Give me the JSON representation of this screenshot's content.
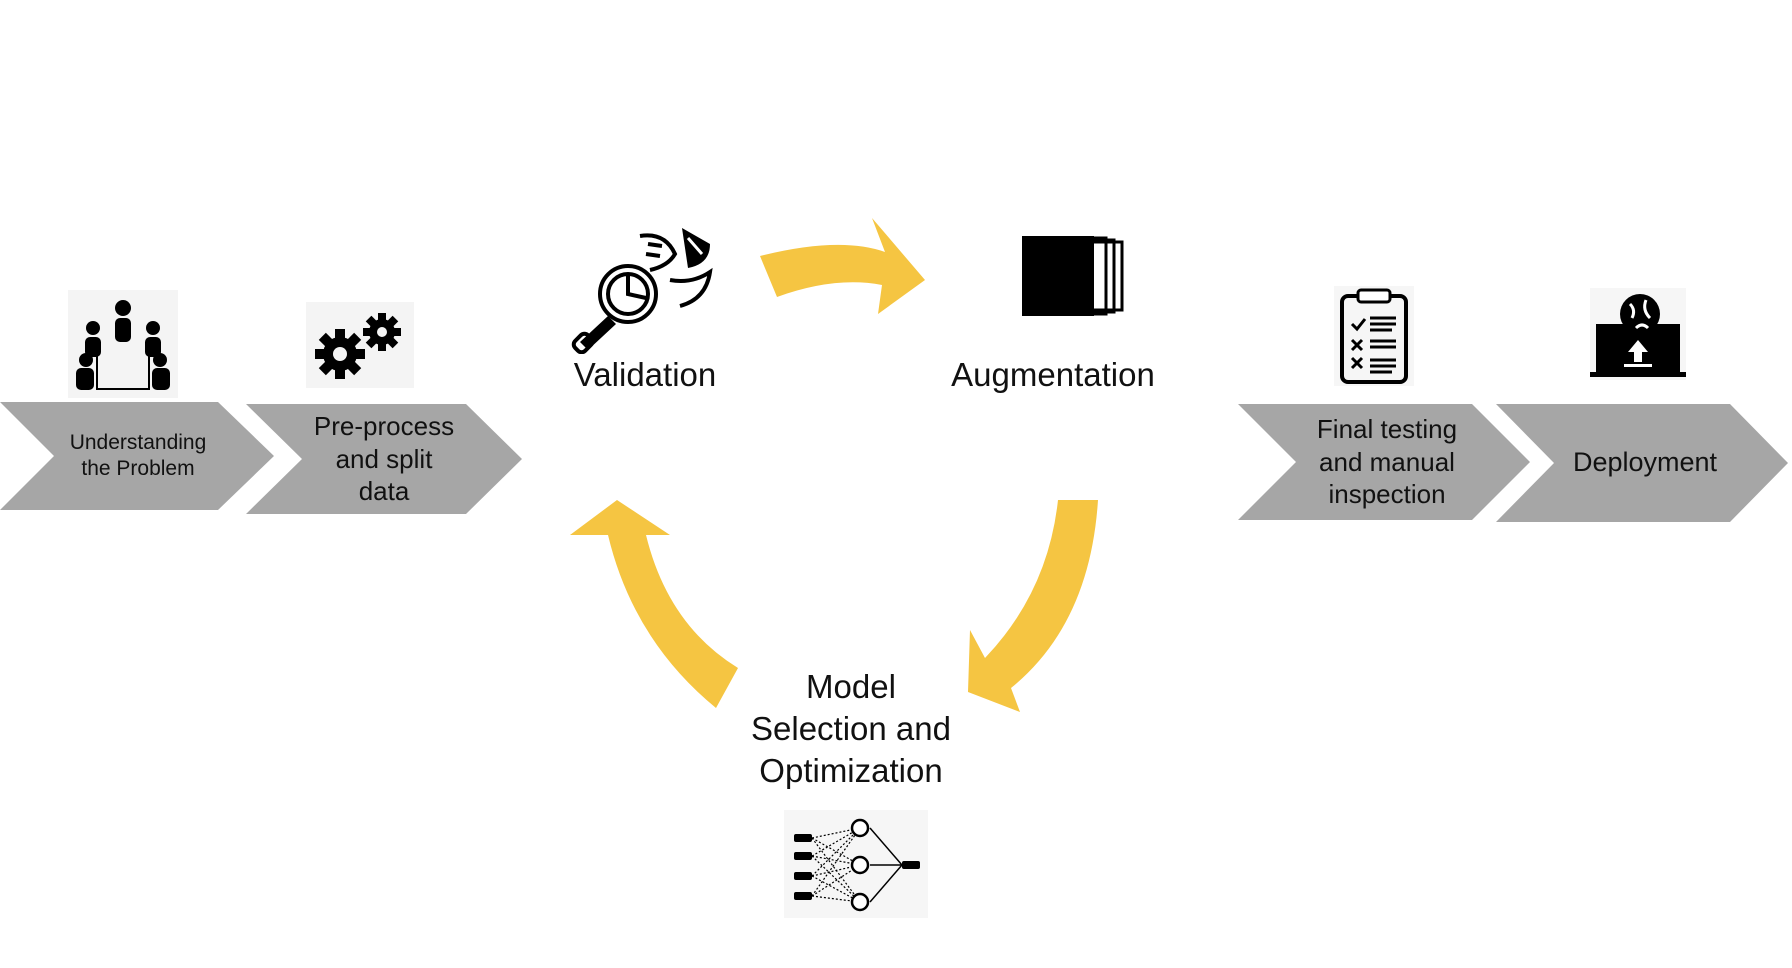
{
  "colors": {
    "chevron": "#a6a6a6",
    "arrow": "#f5c542",
    "text": "#111111",
    "icon": "#000000"
  },
  "pipeline": {
    "steps": [
      {
        "id": "understanding",
        "label_lines": [
          "Understanding",
          "the Problem"
        ],
        "icon": "team-meeting-icon"
      },
      {
        "id": "preprocess",
        "label_lines": [
          "Pre-process",
          "and split",
          "data"
        ],
        "icon": "gears-icon"
      },
      {
        "id": "final-testing",
        "label_lines": [
          "Final testing",
          "and manual",
          "inspection"
        ],
        "icon": "checklist-clipboard-icon"
      },
      {
        "id": "deployment",
        "label_lines": [
          "Deployment"
        ],
        "icon": "laptop-globe-upload-icon"
      }
    ]
  },
  "cycle": {
    "nodes": [
      {
        "id": "validation",
        "label_lines": [
          "Validation"
        ],
        "icon": "magnifier-chart-icon"
      },
      {
        "id": "augmentation",
        "label_lines": [
          "Augmentation"
        ],
        "icon": "stacked-pages-icon"
      },
      {
        "id": "model",
        "label_lines": [
          "Model",
          "Selection and",
          "Optimization"
        ],
        "icon": "neural-network-icon"
      }
    ]
  }
}
